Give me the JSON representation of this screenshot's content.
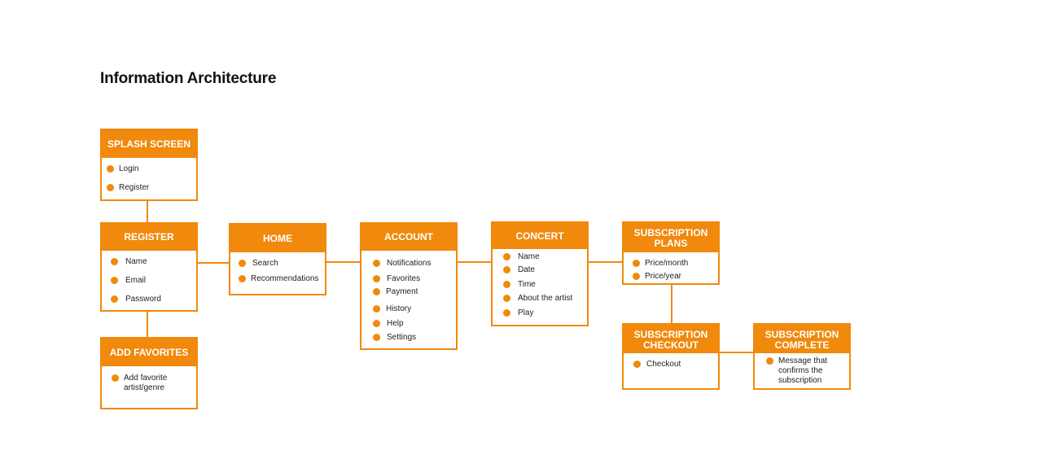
{
  "title": "Information Architecture",
  "accent_color": "#f0890c",
  "bullet_icon": "circle-bullet",
  "boxes": {
    "splash": {
      "header": "SPLASH SCREEN",
      "items": [
        "Login",
        "Register"
      ]
    },
    "register": {
      "header": "REGISTER",
      "items": [
        "Name",
        "Email",
        "Password"
      ]
    },
    "favorites": {
      "header": "ADD FAVORITES",
      "items": [
        "Add favorite\nartist/genre"
      ]
    },
    "home": {
      "header": "HOME",
      "items": [
        "Search",
        "Recommendations"
      ]
    },
    "account": {
      "header": "ACCOUNT",
      "items": [
        "Notifications",
        "Favorites",
        "Payment",
        "History",
        "Help",
        "Settings"
      ]
    },
    "concert": {
      "header": "CONCERT",
      "items": [
        "Name",
        "Date",
        "Time",
        "About the artist",
        "Play"
      ]
    },
    "plans": {
      "header": "SUBSCRIPTION\nPLANS",
      "items": [
        "Price/month",
        "Price/year"
      ]
    },
    "checkout": {
      "header": "SUBSCRIPTION\nCHECKOUT",
      "items": [
        "Checkout"
      ]
    },
    "complete": {
      "header": "SUBSCRIPTION\nCOMPLETE",
      "items": [
        "Message that\nconfirms the\nsubscription"
      ]
    }
  }
}
